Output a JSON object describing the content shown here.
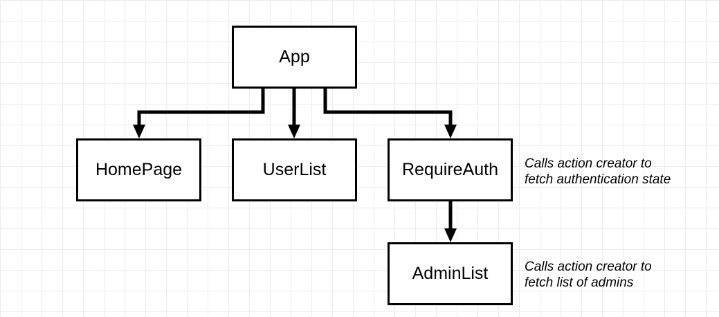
{
  "diagram": {
    "nodes": {
      "app": "App",
      "homepage": "HomePage",
      "userlist": "UserList",
      "requireauth": "RequireAuth",
      "adminlist": "AdminList"
    },
    "edges": [
      {
        "from": "App",
        "to": "HomePage"
      },
      {
        "from": "App",
        "to": "UserList"
      },
      {
        "from": "App",
        "to": "RequireAuth"
      },
      {
        "from": "RequireAuth",
        "to": "AdminList"
      }
    ],
    "notes": {
      "requireauth": {
        "line1": "Calls action creator to",
        "line2": "fetch authentication state"
      },
      "adminlist": {
        "line1": "Calls action creator to",
        "line2": "fetch list of admins"
      }
    }
  }
}
